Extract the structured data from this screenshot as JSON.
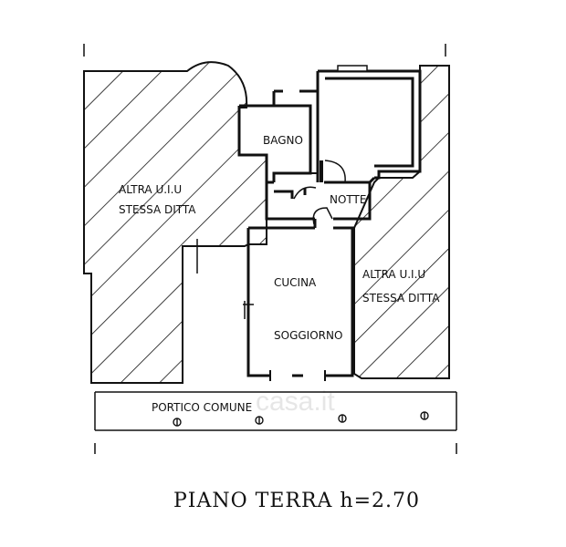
{
  "rooms": {
    "bagno": "BAGNO",
    "notte": "NOTTE",
    "cucina": "CUCINA",
    "soggiorno": "SOGGIORNO"
  },
  "adjacent_left": {
    "line1": "ALTRA U.I.U",
    "line2": "STESSA DITTA"
  },
  "adjacent_right": {
    "line1": "ALTRA U.I.U",
    "line2": "STESSA DITTA"
  },
  "portico": "PORTICO COMUNE",
  "floor_caption": "PIANO TERRA h=2.70",
  "watermark": "casa.it"
}
